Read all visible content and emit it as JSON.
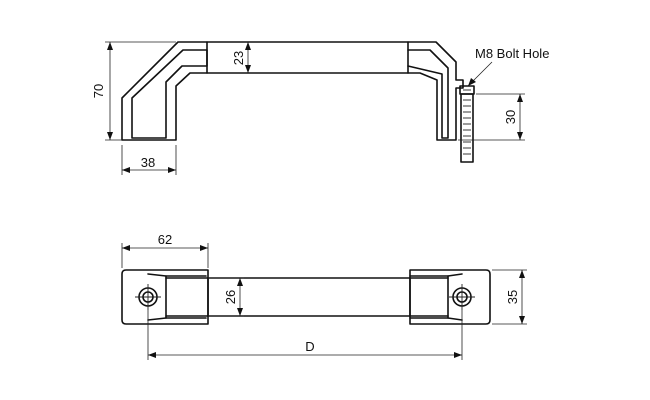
{
  "drawing": {
    "side_view": {
      "dim_height": "70",
      "dim_grip_thickness": "23",
      "dim_foot_width": "38",
      "dim_bolt_length": "30",
      "callout": "M8 Bolt Hole"
    },
    "top_view": {
      "dim_end_length": "62",
      "dim_grip_width": "26",
      "dim_end_width": "35",
      "dim_hole_spacing": "D"
    }
  }
}
